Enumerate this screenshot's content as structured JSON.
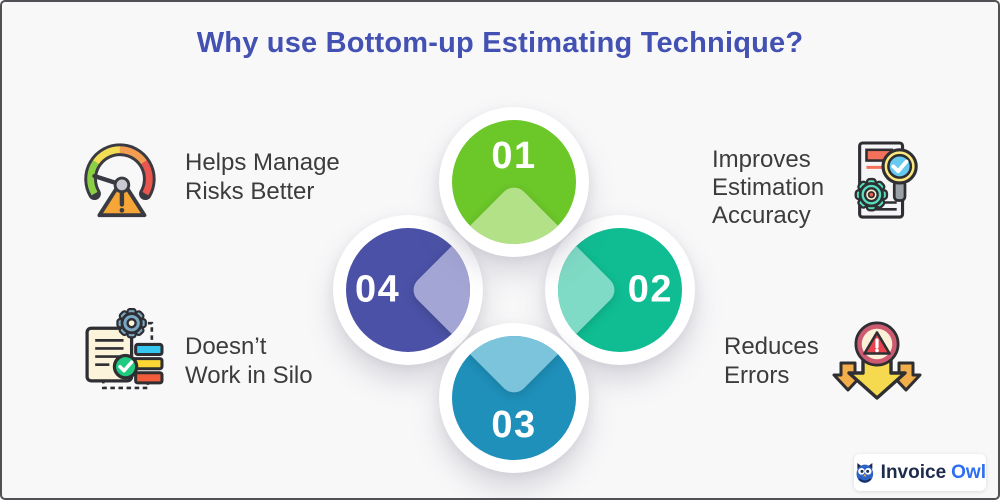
{
  "title": {
    "text": "Why use Bottom-up Estimating Technique?",
    "color": "#4351b2"
  },
  "circles": [
    {
      "number": "01",
      "color": "#6cc729",
      "diamond_color": "#b2e187",
      "position": "top"
    },
    {
      "number": "02",
      "color": "#10bd93",
      "diamond_color": "#7fdbc5",
      "position": "right"
    },
    {
      "number": "03",
      "color": "#1e90ba",
      "diamond_color": "#7cc3dc",
      "position": "bottom"
    },
    {
      "number": "04",
      "color": "#4b51a6",
      "diamond_color": "#a3a6d4",
      "position": "left"
    }
  ],
  "features": {
    "top_left": {
      "lines": [
        "Helps Manage",
        "Risks Better"
      ],
      "icon": "risk-gauge-icon"
    },
    "top_right": {
      "lines": [
        "Improves",
        "Estimation",
        "Accuracy"
      ],
      "icon": "document-magnifier-icon"
    },
    "bottom_left": {
      "lines": [
        "Doesn’t",
        "Work in Silo"
      ],
      "icon": "document-workflow-icon"
    },
    "bottom_right": {
      "lines": [
        "Reduces",
        "Errors"
      ],
      "icon": "error-arrows-icon"
    }
  },
  "text_color": "#3c3c3c",
  "background_color": "#f8f8f9",
  "logo": {
    "brand_first": "Invoice",
    "brand_second": "Owl",
    "first_color": "#1d2b4d",
    "second_color": "#2e6ef2",
    "icon": "owl-icon"
  }
}
